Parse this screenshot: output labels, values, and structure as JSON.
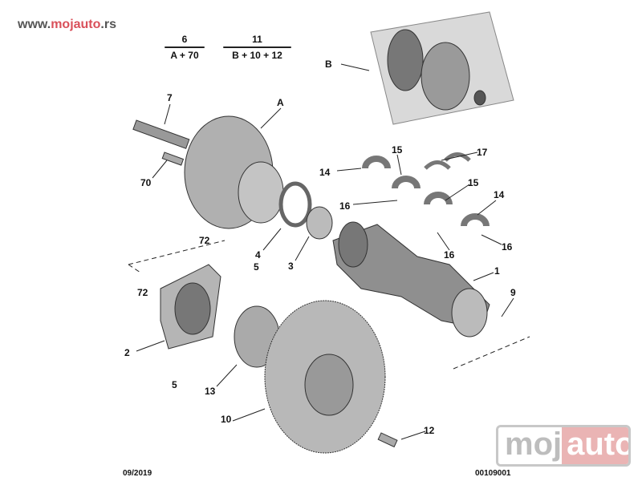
{
  "site": {
    "prefix": "www.",
    "brand": "mojauto",
    "suffix": ".rs"
  },
  "groups": [
    {
      "number": "6",
      "composition": "A + 70"
    },
    {
      "number": "11",
      "composition": "B + 10 + 12"
    }
  ],
  "callouts": [
    "B",
    "7",
    "A",
    "70",
    "14",
    "15",
    "17",
    "16",
    "15",
    "14",
    "16",
    "16",
    "72",
    "4",
    "3",
    "5",
    "1",
    "9",
    "72",
    "2",
    "5",
    "13",
    "10",
    "12"
  ],
  "footer": {
    "date": "09/2019",
    "reference": "00109001"
  },
  "watermark": {
    "part1": "moj",
    "part2": "auto"
  },
  "colors": {
    "part": "#a9a9a9",
    "accent": "#d9505a"
  }
}
